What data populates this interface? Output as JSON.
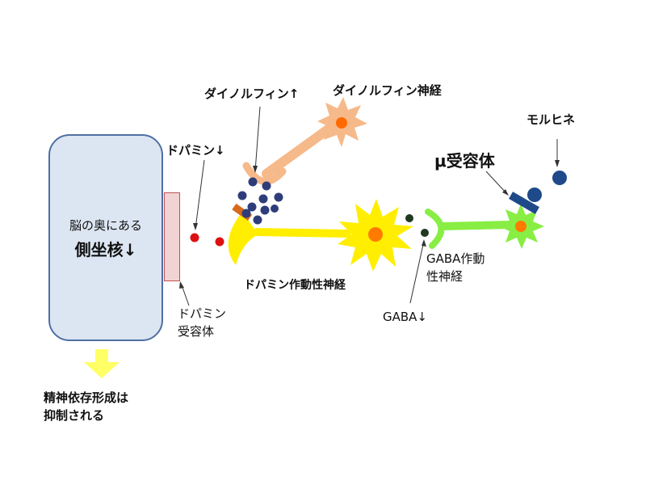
{
  "labels": {
    "dynorphin_up": "ダイノルフィン↑",
    "dynorphin_neuron": "ダイノルフィン神経",
    "morphine": "モルヒネ",
    "dopamine_down": "ドパミン↓",
    "mu_receptor": "μ受容体",
    "nucleus_sub": "脳の奥にある",
    "nucleus_main": "側坐核↓",
    "gaba_neuron_line1": "GABA作動",
    "gaba_neuron_line2": "性神経",
    "dopamine_neuron": "ドパミン作動性神経",
    "dopamine_receptor_line1": "ドパミン",
    "dopamine_receptor_line2": "受容体",
    "gaba_down": "GABA↓",
    "effect_line1": "精神依存形成は",
    "effect_line2": "抑制される"
  },
  "colors": {
    "nucleus_fill": "#dce6f2",
    "nucleus_border": "#4f6fa3",
    "receptor_fill": "#f2d3d3",
    "dopamine_neuron": "#ffee00",
    "dynorphin_neuron": "#f6b98a",
    "gaba_neuron": "#88ee44",
    "dopamine_molecule": "#dd1111",
    "dynorphin_molecule": "#2e3d7a",
    "gaba_molecule": "#1f3a1f",
    "morphine_molecule": "#1f4a8a",
    "arrow_down": "#ffff66"
  }
}
